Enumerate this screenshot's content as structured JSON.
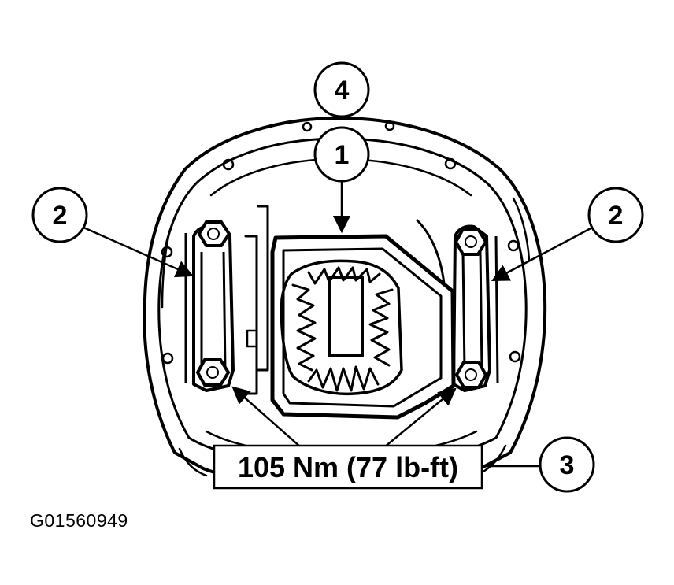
{
  "callouts": [
    {
      "id": "callout-1",
      "label": "1"
    },
    {
      "id": "callout-2-left",
      "label": "2"
    },
    {
      "id": "callout-2-right",
      "label": "2"
    },
    {
      "id": "callout-3",
      "label": "3"
    },
    {
      "id": "callout-4",
      "label": "4"
    }
  ],
  "torque_spec": "105 Nm (77 lb-ft)",
  "figure_id": "G01560949",
  "colors": {
    "line": "#000000",
    "background": "#ffffff"
  }
}
